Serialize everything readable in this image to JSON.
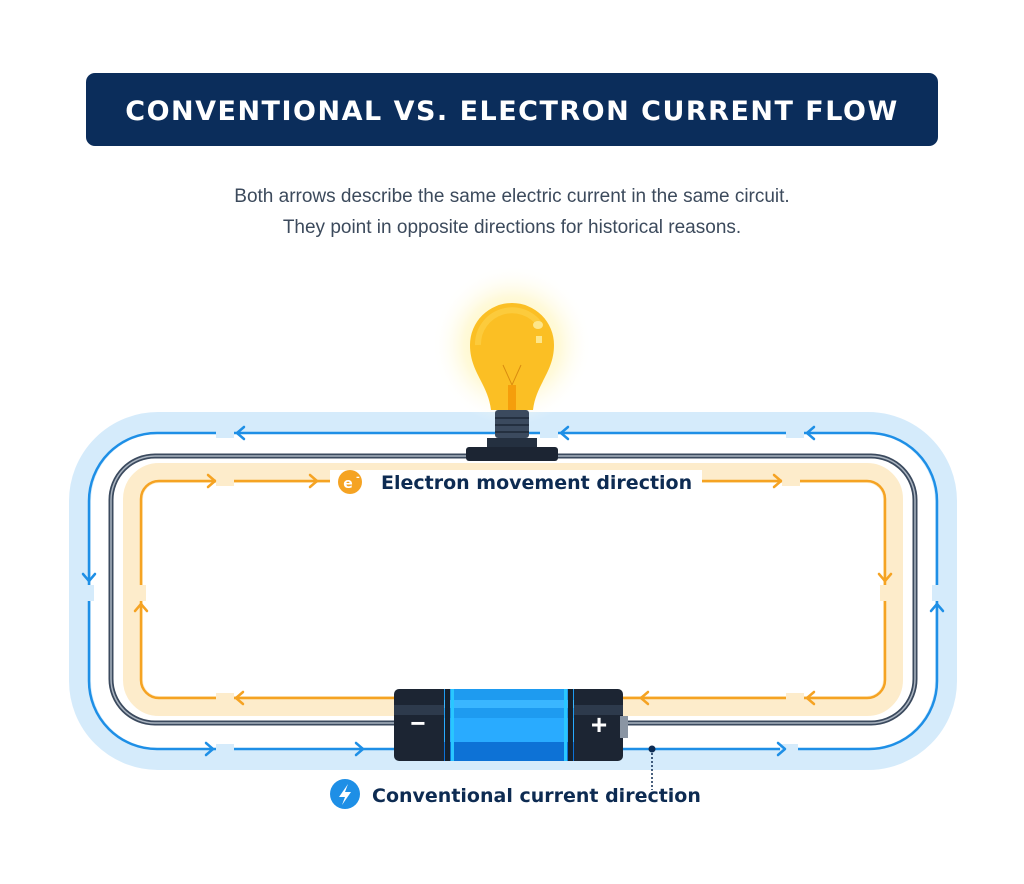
{
  "title": "CONVENTIONAL VS. ELECTRON CURRENT FLOW",
  "subtitle": [
    "Both arrows describe the same electric current in the same circuit.",
    "They point in opposite directions for historical reasons."
  ],
  "labels": {
    "electron": "Electron movement direction",
    "electron_badge": "e",
    "electron_badge_sup": "-",
    "conventional": "Conventional current direction"
  },
  "battery": {
    "negative": "−",
    "positive": "+"
  },
  "colors": {
    "title_bg": "#0b2d5b",
    "conventional": "#1e8fe6",
    "electron": "#f5a323",
    "wire": "#3b4a5e"
  }
}
